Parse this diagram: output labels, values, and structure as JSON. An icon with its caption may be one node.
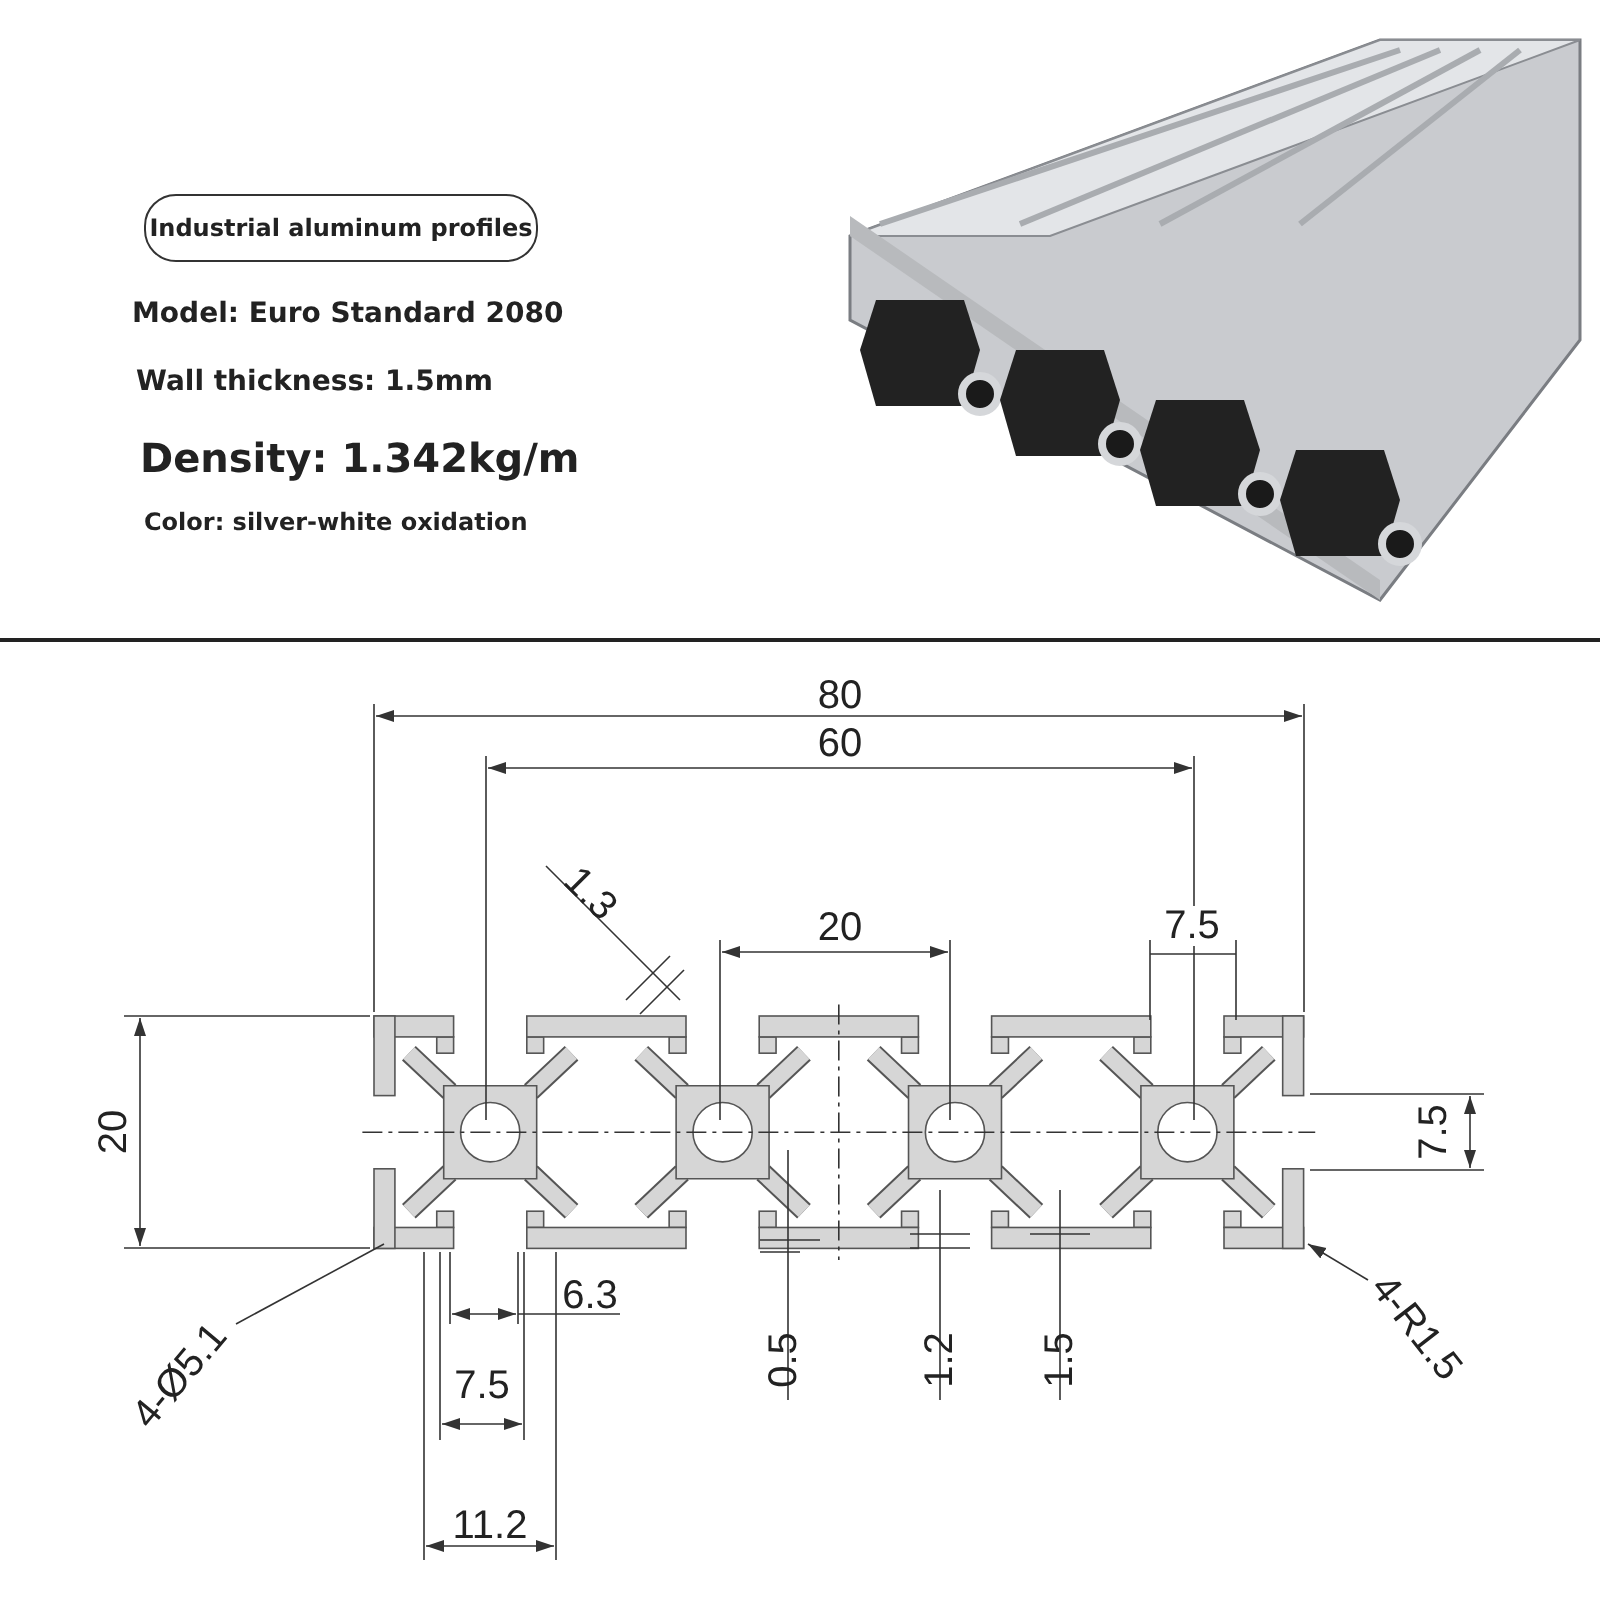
{
  "diagram": {
    "nodes": [
      {
        "text": [
          "Industrial aluminum profiles"
        ]
      },
      {
        "text": [
          "4-Ø5.1"
        ]
      },
      {
        "text": [
          "4-R1.5"
        ]
      },
      {
        "text": [],
        "shape": "picture"
      }
    ],
    "edges": [
      {
        "from": 1,
        "to": 3,
        "arrow": "none"
      },
      {
        "from": 2,
        "to": 3,
        "arrow": "to"
      }
    ],
    "labels": [
      "Model: Euro Standard 2080",
      "Wall thickness: 1.5mm",
      "Density: 1.342kg/m",
      "Color: silver-white oxidation",
      "80",
      "60",
      "1.3",
      "20",
      "7.5",
      "20",
      "7.5",
      "6.3",
      "0.5",
      "1.2",
      "1.5",
      "7.5",
      "11.2"
    ]
  }
}
